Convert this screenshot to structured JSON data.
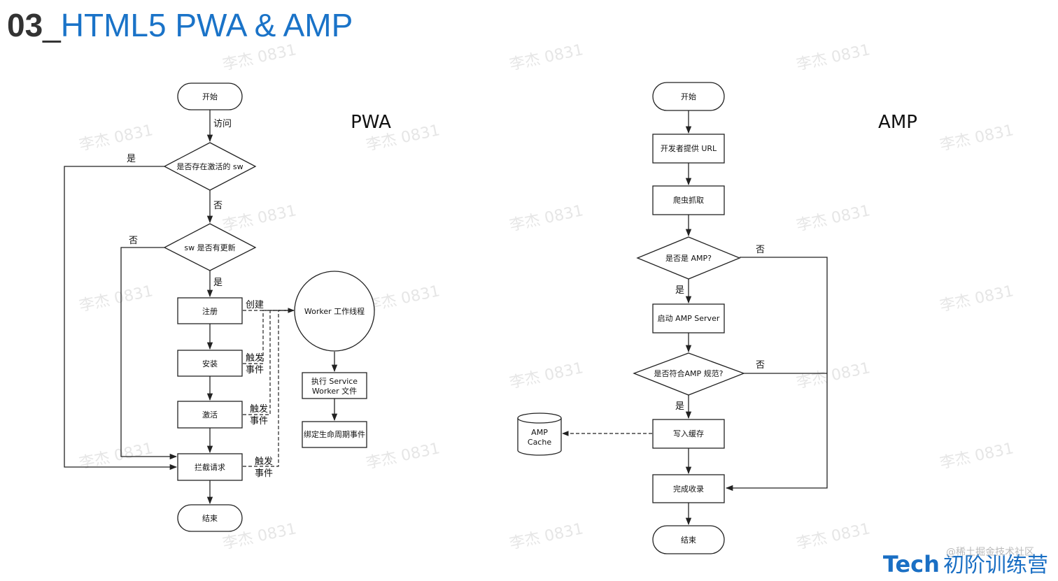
{
  "title": {
    "number": "03",
    "separator": "_",
    "text": "HTML5 PWA & AMP"
  },
  "pwa": {
    "section_title": "PWA",
    "nodes": {
      "start": "开始",
      "has_sw": "是否存在激活的 sw",
      "sw_update": "sw 是否有更新",
      "register": "注册",
      "install": "安装",
      "activate": "激活",
      "intercept": "拦截请求",
      "end": "结束",
      "worker_thread": "Worker 工作线程",
      "exec_line1": "执行 Service",
      "exec_line2": "Worker 文件",
      "bind_lifecycle": "绑定生命周期事件"
    },
    "labels": {
      "visit": "访问",
      "yes_1": "是",
      "no_1": "否",
      "no_2": "否",
      "yes_2": "是",
      "create": "创建",
      "trigger_1a": "触发",
      "trigger_1b": "事件",
      "trigger_2a": "触发",
      "trigger_2b": "事件",
      "trigger_3a": "触发",
      "trigger_3b": "事件"
    }
  },
  "amp": {
    "section_title": "AMP",
    "nodes": {
      "start": "开始",
      "provide_url": "开发者提供 URL",
      "crawl": "爬虫抓取",
      "is_amp": "是否是 AMP?",
      "start_server": "启动 AMP Server",
      "conform": "是否符合AMP 规范?",
      "write_cache": "写入缓存",
      "cache_line1": "AMP",
      "cache_line2": "Cache",
      "index_done": "完成收录",
      "end": "结束"
    },
    "labels": {
      "no_1": "否",
      "yes_1": "是",
      "no_2": "否",
      "yes_2": "是"
    }
  },
  "watermark": "李杰 0831",
  "footer": {
    "brand": "Tech",
    "camp": "初阶训练营",
    "source": "@稀土掘金技术社区"
  }
}
